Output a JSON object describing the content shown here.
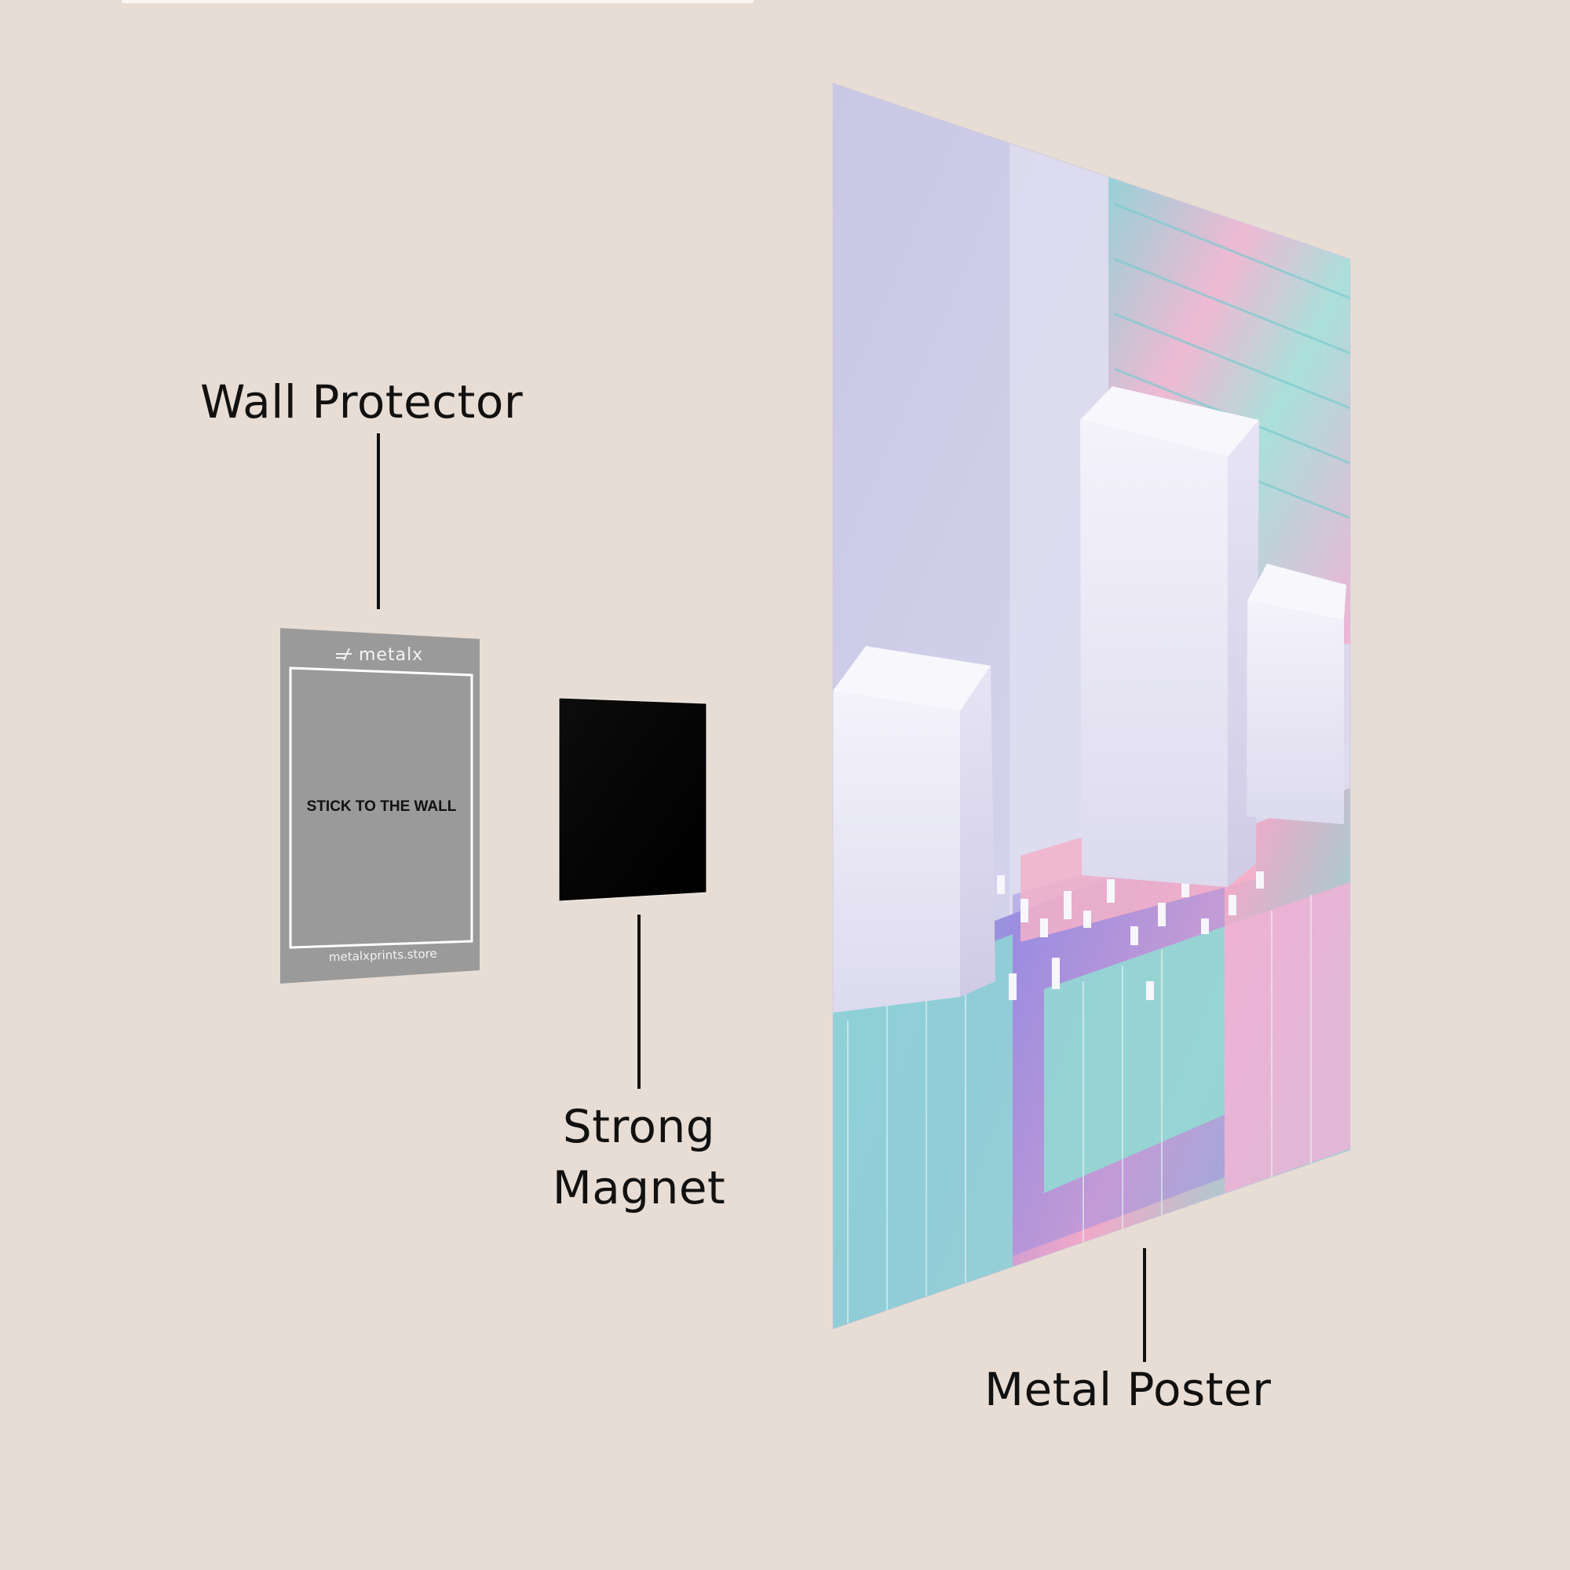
{
  "background_color": "#e8ddd4",
  "labels": {
    "wall_protector": "Wall Protector",
    "strong_magnet_line1": "Strong",
    "strong_magnet_line2": "Magnet",
    "metal_poster": "Metal Poster"
  },
  "wall_protector": {
    "brand": "metalx",
    "instruction": "STICK TO THE WALL",
    "website": "metalxprints.store",
    "color": "#9a9a9a"
  },
  "magnet": {
    "color": "#050505"
  },
  "poster": {
    "artwork": "pastel isometric city with white towers",
    "palette": [
      "#c9c8e6",
      "#8fd6d2",
      "#f2b3cf",
      "#9a88e0",
      "#f4f2fb"
    ]
  }
}
